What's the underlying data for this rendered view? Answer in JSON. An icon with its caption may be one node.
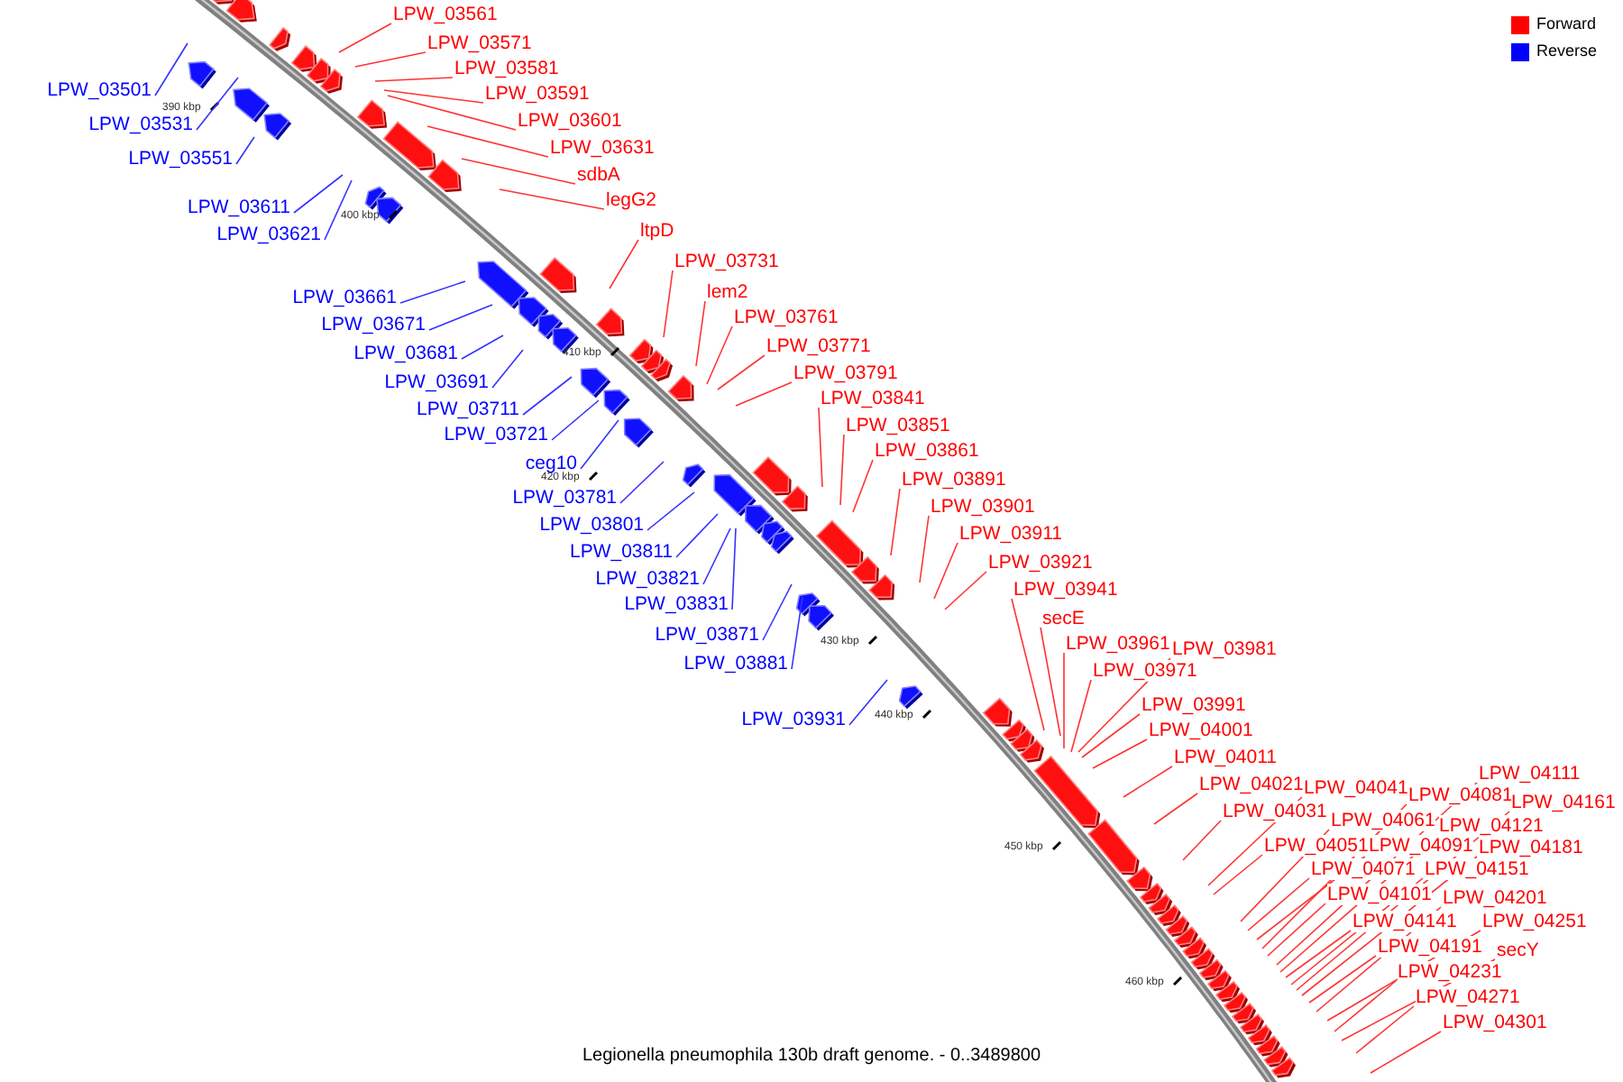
{
  "diagram": {
    "caption": "Legionella pneumophila 130b draft genome. - 0..3489800",
    "nodes": [
      {
        "text": [
          "LPW_03501"
        ]
      },
      {
        "text": [
          "LPW_03531"
        ]
      },
      {
        "text": [
          "LPW_03551"
        ]
      },
      {
        "text": [
          "LPW_03611"
        ]
      },
      {
        "text": [
          "LPW_03621"
        ]
      },
      {
        "text": [
          "LPW_03661"
        ]
      },
      {
        "text": [
          "LPW_03671"
        ]
      },
      {
        "text": [
          "LPW_03681"
        ]
      },
      {
        "text": [
          "LPW_03691"
        ]
      },
      {
        "text": [
          "LPW_03711"
        ]
      },
      {
        "text": [
          "LPW_03721"
        ]
      },
      {
        "text": [
          "ceg10"
        ]
      },
      {
        "text": [
          "LPW_03781"
        ]
      },
      {
        "text": [
          "LPW_03801"
        ]
      },
      {
        "text": [
          "LPW_03811"
        ]
      },
      {
        "text": [
          "LPW_03821"
        ]
      },
      {
        "text": [
          "LPW_03831"
        ]
      },
      {
        "text": [
          "LPW_03871"
        ]
      },
      {
        "text": [
          "LPW_03881"
        ]
      },
      {
        "text": [
          "LPW_03931"
        ]
      },
      {
        "text": [
          "LPW_03561"
        ]
      },
      {
        "text": [
          "LPW_03571"
        ]
      },
      {
        "text": [
          "LPW_03581"
        ]
      },
      {
        "text": [
          "LPW_03591"
        ]
      },
      {
        "text": [
          "LPW_03601"
        ]
      },
      {
        "text": [
          "LPW_03631"
        ]
      },
      {
        "text": [
          "sdbA"
        ]
      },
      {
        "text": [
          "legG2"
        ]
      },
      {
        "text": [
          "ltpD"
        ]
      },
      {
        "text": [
          "LPW_03731"
        ]
      },
      {
        "text": [
          "lem2"
        ]
      },
      {
        "text": [
          "LPW_03761"
        ]
      },
      {
        "text": [
          "LPW_03771"
        ]
      },
      {
        "text": [
          "LPW_03791"
        ]
      },
      {
        "text": [
          "LPW_03841"
        ]
      },
      {
        "text": [
          "LPW_03851"
        ]
      },
      {
        "text": [
          "LPW_03861"
        ]
      },
      {
        "text": [
          "LPW_03891"
        ]
      },
      {
        "text": [
          "LPW_03901"
        ]
      },
      {
        "text": [
          "LPW_03911"
        ]
      },
      {
        "text": [
          "LPW_03921"
        ]
      },
      {
        "text": [
          "LPW_03941"
        ]
      },
      {
        "text": [
          "secE"
        ]
      },
      {
        "text": [
          "LPW_03961"
        ]
      },
      {
        "text": [
          "LPW_03981"
        ]
      },
      {
        "text": [
          "LPW_03971"
        ]
      },
      {
        "text": [
          "LPW_03991"
        ]
      },
      {
        "text": [
          "LPW_04001"
        ]
      },
      {
        "text": [
          "LPW_04011"
        ]
      },
      {
        "text": [
          "LPW_04021"
        ]
      },
      {
        "text": [
          "LPW_04031"
        ]
      },
      {
        "text": [
          "LPW_04041"
        ]
      },
      {
        "text": [
          "LPW_04051"
        ]
      },
      {
        "text": [
          "LPW_04061"
        ]
      },
      {
        "text": [
          "LPW_04071"
        ]
      },
      {
        "text": [
          "LPW_04081"
        ]
      },
      {
        "text": [
          "LPW_04091"
        ]
      },
      {
        "text": [
          "LPW_04101"
        ]
      },
      {
        "text": [
          "LPW_04111"
        ]
      },
      {
        "text": [
          "LPW_04121"
        ]
      },
      {
        "text": [
          "LPW_04141"
        ]
      },
      {
        "text": [
          "LPW_04151"
        ]
      },
      {
        "text": [
          "LPW_04161"
        ]
      },
      {
        "text": [
          "LPW_04181"
        ]
      },
      {
        "text": [
          "LPW_04191"
        ]
      },
      {
        "text": [
          "LPW_04201"
        ]
      },
      {
        "text": [
          "LPW_04231"
        ]
      },
      {
        "text": [
          "LPW_04251"
        ]
      },
      {
        "text": [
          "secY"
        ]
      },
      {
        "text": [
          "LPW_04271"
        ]
      },
      {
        "text": [
          "LPW_04301"
        ]
      }
    ],
    "edges": [
      {
        "from": 0,
        "to": null,
        "arrow": "none",
        "color": "#3333ff"
      },
      {
        "from": 1,
        "to": null,
        "arrow": "none",
        "color": "#3333ff"
      },
      {
        "from": 2,
        "to": null,
        "arrow": "none",
        "color": "#3333ff"
      },
      {
        "from": 3,
        "to": null,
        "arrow": "none",
        "color": "#3333ff"
      },
      {
        "from": 4,
        "to": null,
        "arrow": "none",
        "color": "#3333ff"
      },
      {
        "from": 5,
        "to": null,
        "arrow": "none",
        "color": "#3333ff"
      },
      {
        "from": 6,
        "to": null,
        "arrow": "none",
        "color": "#3333ff"
      },
      {
        "from": 7,
        "to": null,
        "arrow": "none",
        "color": "#3333ff"
      },
      {
        "from": 8,
        "to": null,
        "arrow": "none",
        "color": "#3333ff"
      },
      {
        "from": 9,
        "to": null,
        "arrow": "none",
        "color": "#3333ff"
      },
      {
        "from": 10,
        "to": null,
        "arrow": "none",
        "color": "#3333ff"
      },
      {
        "from": 11,
        "to": null,
        "arrow": "none",
        "color": "#3333ff"
      },
      {
        "from": 12,
        "to": null,
        "arrow": "none",
        "color": "#3333ff"
      },
      {
        "from": 13,
        "to": null,
        "arrow": "none",
        "color": "#3333ff"
      },
      {
        "from": 14,
        "to": null,
        "arrow": "none",
        "color": "#3333ff"
      },
      {
        "from": 15,
        "to": null,
        "arrow": "none",
        "color": "#3333ff"
      },
      {
        "from": 16,
        "to": null,
        "arrow": "none",
        "color": "#3333ff"
      },
      {
        "from": 17,
        "to": null,
        "arrow": "none",
        "color": "#3333ff"
      },
      {
        "from": 18,
        "to": null,
        "arrow": "none",
        "color": "#3333ff"
      },
      {
        "from": 19,
        "to": null,
        "arrow": "none",
        "color": "#3333ff"
      },
      {
        "from": 20,
        "to": null,
        "arrow": "none"
      },
      {
        "from": 21,
        "to": null,
        "arrow": "none"
      },
      {
        "from": 22,
        "to": null,
        "arrow": "none"
      },
      {
        "from": 23,
        "to": null,
        "arrow": "none"
      },
      {
        "from": 24,
        "to": null,
        "arrow": "none"
      },
      {
        "from": 25,
        "to": null,
        "arrow": "none"
      },
      {
        "from": 26,
        "to": null,
        "arrow": "none"
      },
      {
        "from": 27,
        "to": null,
        "arrow": "none"
      },
      {
        "from": 28,
        "to": null,
        "arrow": "none"
      },
      {
        "from": 29,
        "to": null,
        "arrow": "none"
      },
      {
        "from": 30,
        "to": null,
        "arrow": "none"
      },
      {
        "from": 31,
        "to": null,
        "arrow": "none"
      },
      {
        "from": 32,
        "to": null,
        "arrow": "none"
      },
      {
        "from": 33,
        "to": null,
        "arrow": "none"
      },
      {
        "from": 34,
        "to": null,
        "arrow": "none"
      },
      {
        "from": 35,
        "to": null,
        "arrow": "none"
      },
      {
        "from": 36,
        "to": null,
        "arrow": "none"
      },
      {
        "from": 37,
        "to": null,
        "arrow": "none"
      },
      {
        "from": 38,
        "to": null,
        "arrow": "none"
      },
      {
        "from": 39,
        "to": null,
        "arrow": "none"
      },
      {
        "from": 40,
        "to": null,
        "arrow": "none"
      },
      {
        "from": 41,
        "to": null,
        "arrow": "none"
      },
      {
        "from": 42,
        "to": null,
        "arrow": "none"
      },
      {
        "from": 43,
        "to": null,
        "arrow": "none"
      },
      {
        "from": 44,
        "to": null,
        "arrow": "none"
      },
      {
        "from": 45,
        "to": null,
        "arrow": "none"
      },
      {
        "from": 46,
        "to": null,
        "arrow": "none"
      },
      {
        "from": 47,
        "to": null,
        "arrow": "none"
      },
      {
        "from": 48,
        "to": null,
        "arrow": "none"
      },
      {
        "from": 49,
        "to": null,
        "arrow": "none"
      },
      {
        "from": 50,
        "to": null,
        "arrow": "none"
      },
      {
        "from": 51,
        "to": null,
        "arrow": "none"
      },
      {
        "from": 52,
        "to": null,
        "arrow": "none"
      },
      {
        "from": 53,
        "to": null,
        "arrow": "none"
      },
      {
        "from": 54,
        "to": null,
        "arrow": "none"
      },
      {
        "from": 55,
        "to": null,
        "arrow": "none"
      },
      {
        "from": 56,
        "to": null,
        "arrow": "none"
      },
      {
        "from": 57,
        "to": null,
        "arrow": "none"
      },
      {
        "from": 58,
        "to": null,
        "arrow": "none"
      },
      {
        "from": 59,
        "to": null,
        "arrow": "none"
      },
      {
        "from": 60,
        "to": null,
        "arrow": "none"
      },
      {
        "from": 61,
        "to": null,
        "arrow": "none"
      },
      {
        "from": 62,
        "to": null,
        "arrow": "none"
      },
      {
        "from": 63,
        "to": null,
        "arrow": "none"
      },
      {
        "from": 64,
        "to": null,
        "arrow": "none"
      },
      {
        "from": 65,
        "to": null,
        "arrow": "none"
      },
      {
        "from": 66,
        "to": null,
        "arrow": "none"
      },
      {
        "from": 67,
        "to": null,
        "arrow": "none"
      },
      {
        "from": 68,
        "to": null,
        "arrow": "none"
      },
      {
        "from": 69,
        "to": null,
        "arrow": "none"
      },
      {
        "from": 70,
        "to": null,
        "arrow": "none"
      }
    ],
    "labels": [
      "390 kbp",
      "400 kbp",
      "410 kbp",
      "420 kbp",
      "430 kbp",
      "440 kbp",
      "450 kbp",
      "460 kbp"
    ],
    "legend": [
      {
        "text": "Forward",
        "color": "#ff0000"
      },
      {
        "text": "Reverse",
        "color": "#0000ff"
      }
    ]
  }
}
